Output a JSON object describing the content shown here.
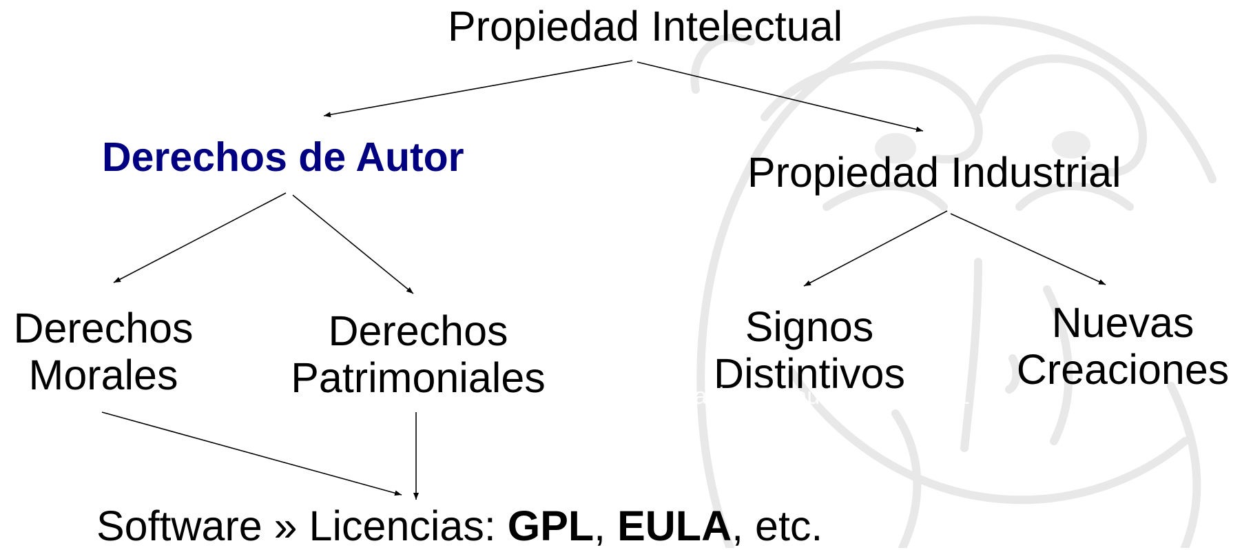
{
  "diagram": {
    "root": "Propiedad Intelectual",
    "left_branch": "Derechos de Autor",
    "right_branch": "Propiedad Industrial",
    "left_children": [
      {
        "line1": "Derechos",
        "line2": "Morales"
      },
      {
        "line1": "Derechos",
        "line2": "Patrimoniales"
      }
    ],
    "right_children": [
      {
        "line1": "Signos",
        "line2": "Distintivos"
      },
      {
        "line1": "Nuevas",
        "line2": "Creaciones"
      }
    ],
    "bottom": {
      "prefix": "Software » Licencias: ",
      "gpl": "GPL",
      "sep": ", ",
      "eula": "EULA",
      "suffix": ", etc."
    },
    "faint_text": "lacion Tanau Universidad L"
  },
  "colors": {
    "highlight": "#000080",
    "text": "#000000",
    "watermark": "#e6e6e6"
  }
}
